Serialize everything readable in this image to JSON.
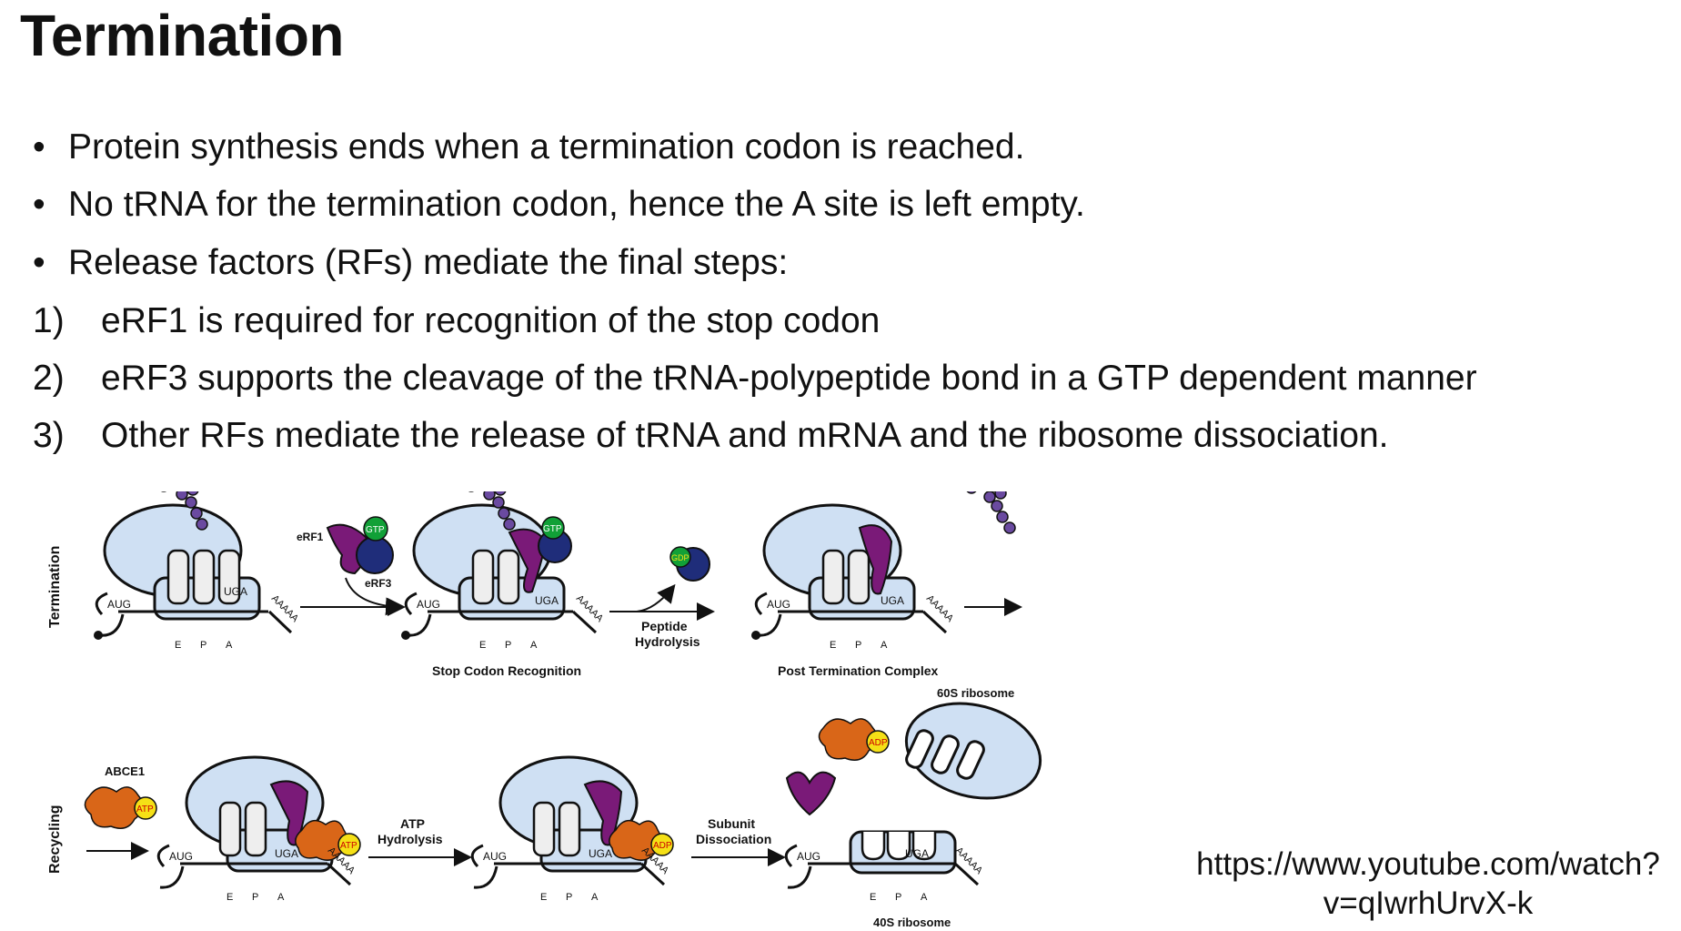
{
  "slide": {
    "title": "Termination",
    "bullets": [
      "Protein synthesis ends when a termination codon is reached.",
      "No tRNA for the termination codon, hence the A site is left empty.",
      "Release factors (RFs) mediate the final steps:"
    ],
    "numbered": [
      {
        "marker": "1)",
        "text": "eRF1 is required for recognition of the stop codon"
      },
      {
        "marker": "2)",
        "text": "eRF3 supports the cleavage of the tRNA-polypeptide bond in a GTP dependent manner"
      },
      {
        "marker": "3)",
        "text": "Other RFs mediate the release of tRNA and mRNA and the ribosome dissociation."
      }
    ],
    "url_line1": "https://www.youtube.com/watch?",
    "url_line2": "v=qIwrhUrvX-k"
  },
  "figure": {
    "row_labels": {
      "termination": "Termination",
      "recycling": "Recycling"
    },
    "labels": {
      "erf1": "eRF1",
      "erf3": "eRF3",
      "gtp": "GTP",
      "gdp": "GDP",
      "atp": "ATP",
      "adp": "ADP",
      "abce1": "ABCE1",
      "aug": "AUG",
      "uga": "UGA",
      "poly_a": "AAAAA",
      "site_e": "E",
      "site_p": "P",
      "site_a": "A",
      "peptide_hydrolysis_1": "Peptide",
      "peptide_hydrolysis_2": "Hydrolysis",
      "atp_hydrolysis_1": "ATP",
      "atp_hydrolysis_2": "Hydrolysis",
      "subunit_dissociation_1": "Subunit",
      "subunit_dissociation_2": "Dissociation",
      "stop_codon_recognition": "Stop Codon Recognition",
      "post_termination_complex": "Post Termination Complex",
      "ribosome_60s": "60S ribosome",
      "ribosome_40s": "40S ribosome"
    },
    "colors": {
      "ribosome": "#cfe0f3",
      "erf1": "#7a1a78",
      "erf3": "#1f2d7a",
      "gtp": "#11a037",
      "abce1": "#d96618",
      "atp": "#f5e016",
      "peptide": "#6a4aa0"
    }
  }
}
